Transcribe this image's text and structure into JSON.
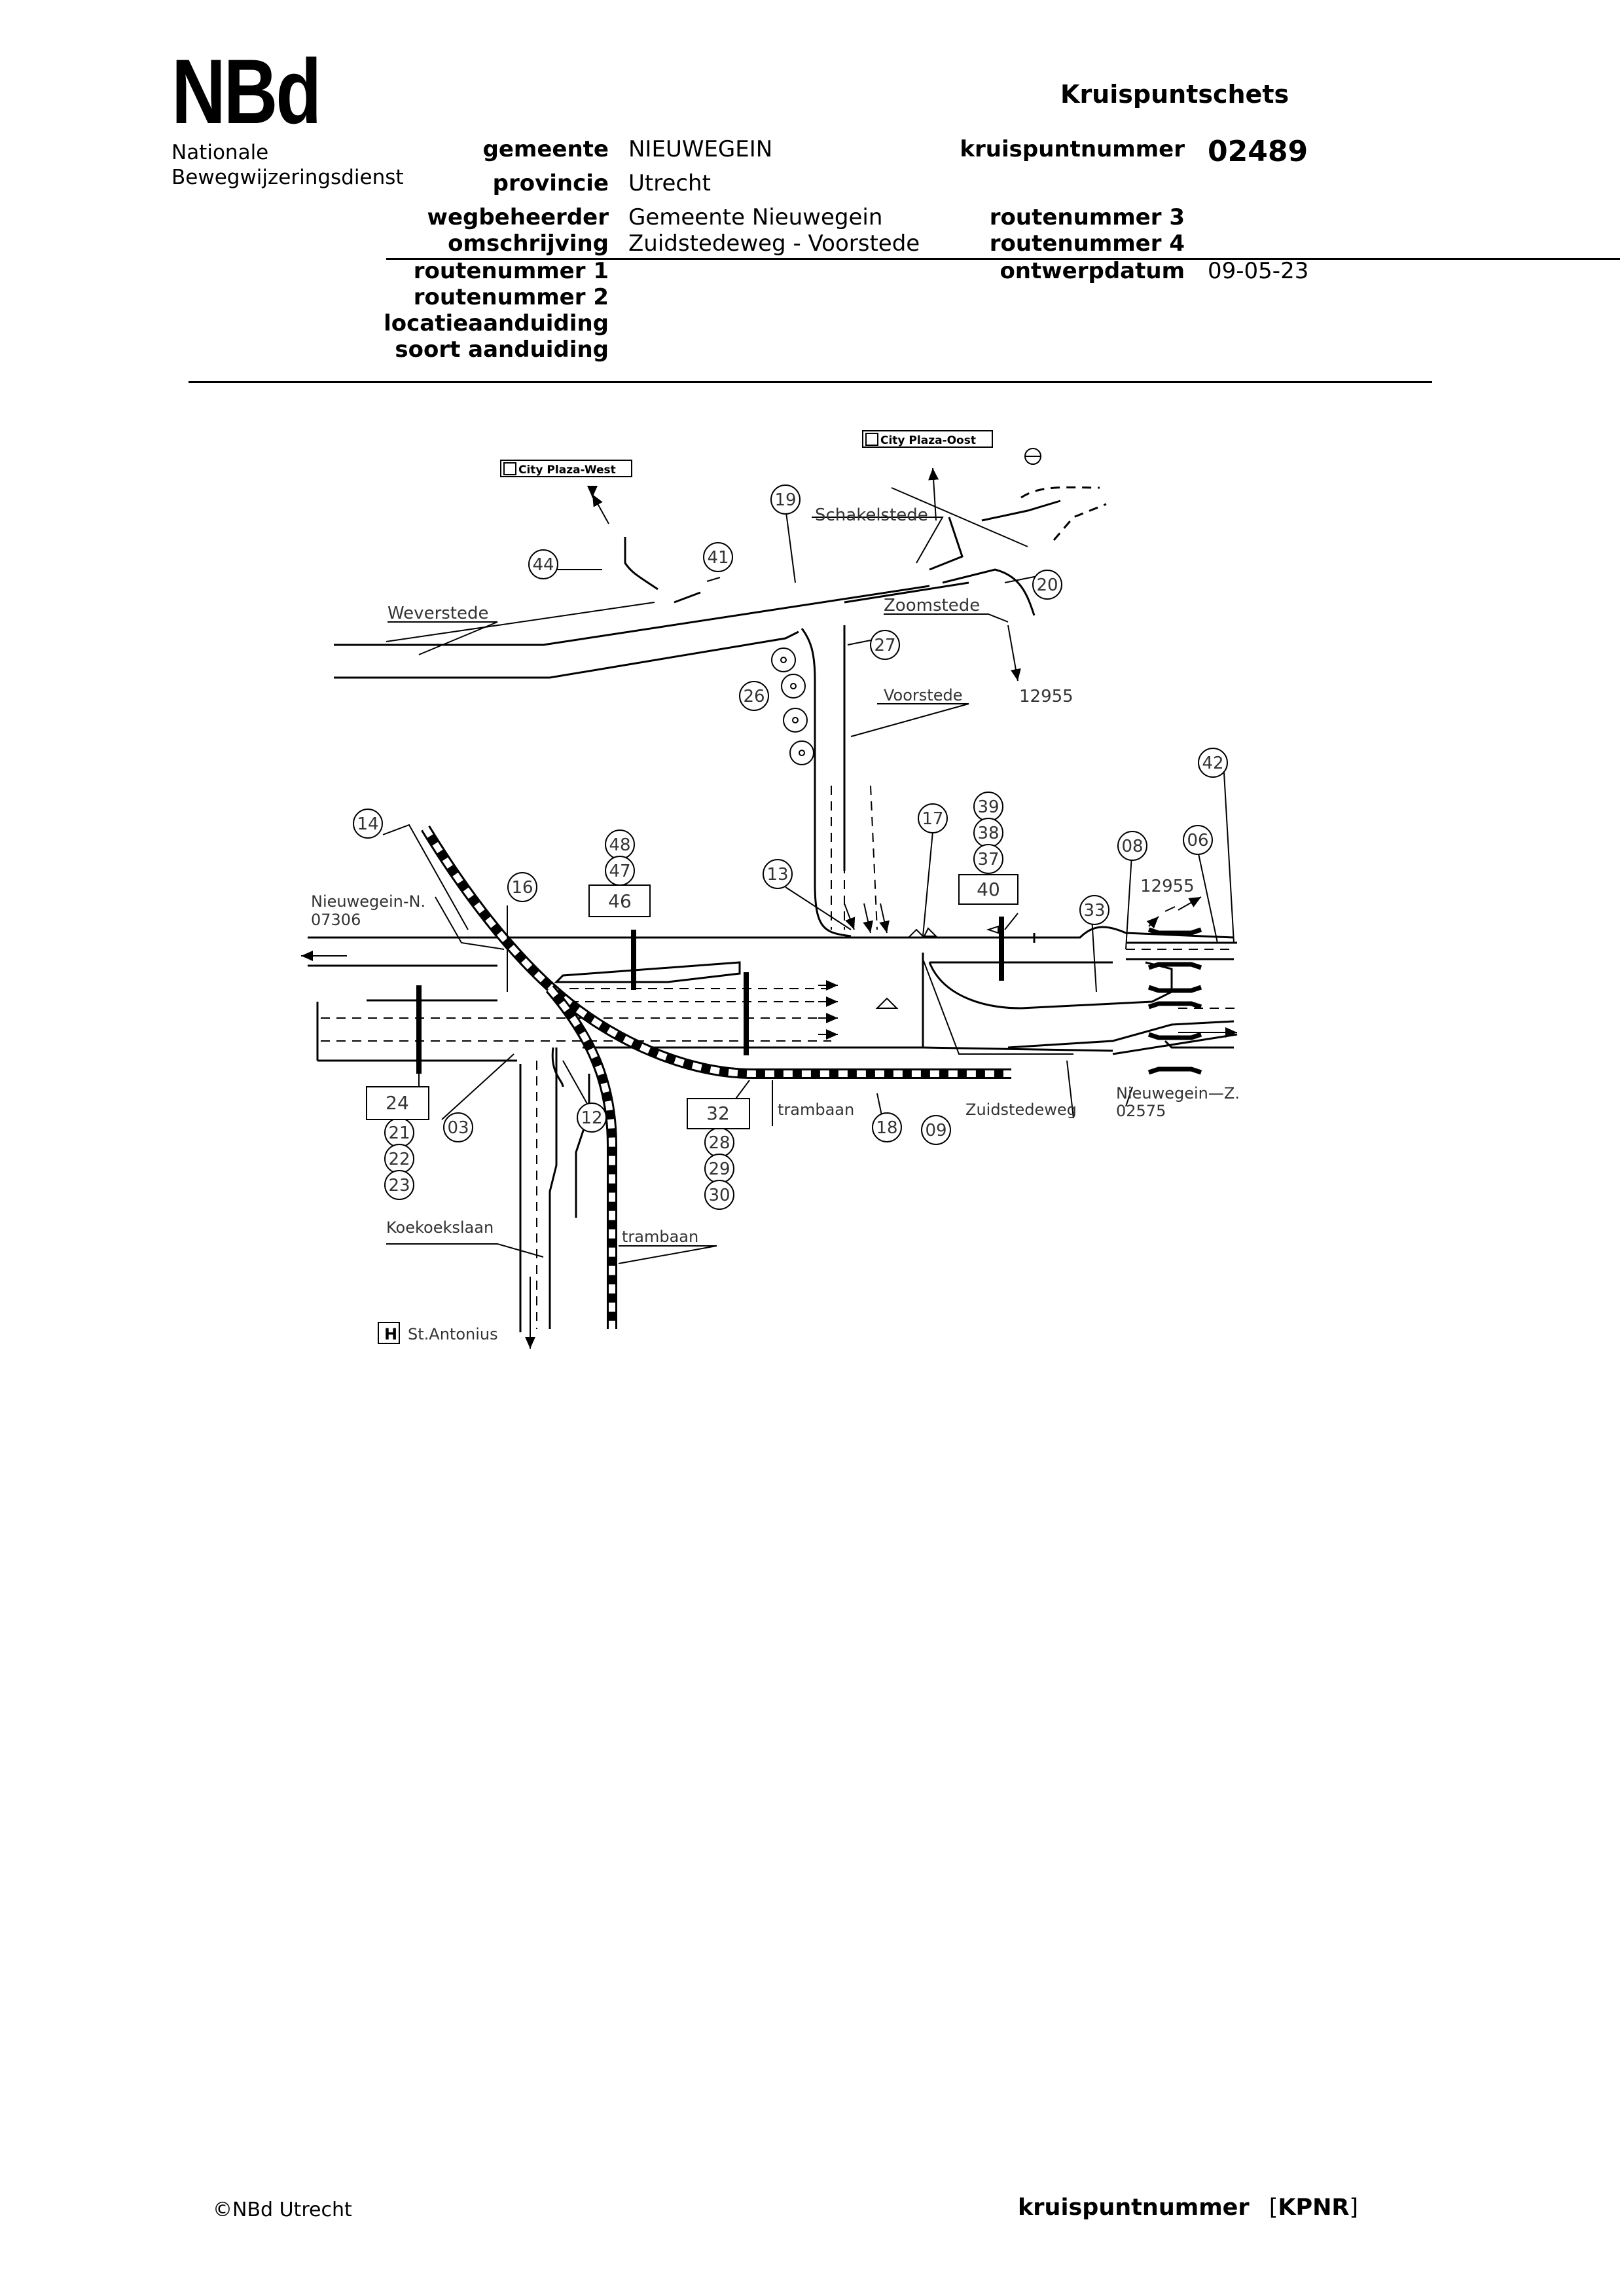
{
  "header": {
    "logo": "NBd",
    "org_line1": "Nationale",
    "org_line2": "Bewegwijzeringsdienst",
    "doc_title": "Kruispuntschets"
  },
  "meta_left": [
    {
      "label": "gemeente",
      "value": "NIEUWEGEIN"
    },
    {
      "label": "provincie",
      "value": "Utrecht"
    },
    {
      "label": "wegbeheerder",
      "value": "Gemeente Nieuwegein"
    },
    {
      "label": "omschrijving",
      "value": "Zuidstedeweg - Voorstede"
    },
    {
      "label": "routenummer 1",
      "value": ""
    },
    {
      "label": "routenummer 2",
      "value": ""
    },
    {
      "label": "locatieaanduiding",
      "value": ""
    },
    {
      "label": "soort aanduiding",
      "value": ""
    }
  ],
  "meta_right": [
    {
      "label": "kruispuntnummer",
      "value": "02489"
    },
    {
      "label": "routenummer 3",
      "value": ""
    },
    {
      "label": "routenummer 4",
      "value": ""
    },
    {
      "label": "ontwerpdatum",
      "value": "09-05-23"
    }
  ],
  "diagram": {
    "streets": {
      "weverstede": "Weverstede",
      "schakelstede": "Schakelstede",
      "zoomstede": "Zoomstede",
      "voorstede": "Voorstede",
      "zuidstedeweg": "Zuidstedeweg",
      "koekoekslaan": "Koekoekslaan",
      "trambaan_1": "trambaan",
      "trambaan_2": "trambaan"
    },
    "destinations": {
      "city_plaza_west": "City Plaza-West",
      "city_plaza_oost": "City Plaza-Oost",
      "st_antonius": "St.Antonius",
      "nieuwegein_n": "Nieuwegein-N.",
      "nieuwegein_n_code": "07306",
      "nieuwegein_z": "Nieuwegein—Z.",
      "nieuwegein_z_code": "02575",
      "kp_12955_top": "12955",
      "kp_12955_right": "12955"
    },
    "sign_numbers": {
      "n44": "44",
      "n41": "41",
      "n19": "19",
      "n20": "20",
      "n27": "27",
      "n26": "26",
      "n42": "42",
      "n14": "14",
      "n16": "16",
      "n48": "48",
      "n47": "47",
      "n46": "46",
      "n13": "13",
      "n17": "17",
      "n39": "39",
      "n38": "38",
      "n37": "37",
      "n40": "40",
      "n08": "08",
      "n06": "06",
      "n33": "33",
      "n24": "24",
      "n21": "21",
      "n22": "22",
      "n23": "23",
      "n03": "03",
      "n12": "12",
      "n32": "32",
      "n28": "28",
      "n29": "29",
      "n30": "30",
      "n18": "18",
      "n09": "09"
    }
  },
  "footer": {
    "copyright": "©NBd Utrecht",
    "kpnr_label": "kruispuntnummer",
    "kpnr_open": "[",
    "kpnr_code": "KPNR",
    "kpnr_close": "]"
  }
}
